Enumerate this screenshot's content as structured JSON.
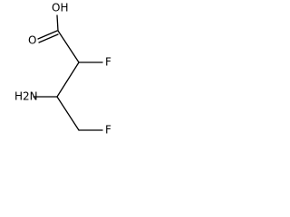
{
  "molecule": {
    "atom_labels": {
      "hydroxyl": "OH",
      "carbonyl_oxygen": "O",
      "fluorine_alpha": "F",
      "amino": "H2N",
      "fluorine_terminal": "F"
    }
  },
  "colors": {
    "bond": "#000000",
    "text": "#000000",
    "background": "#ffffff"
  }
}
